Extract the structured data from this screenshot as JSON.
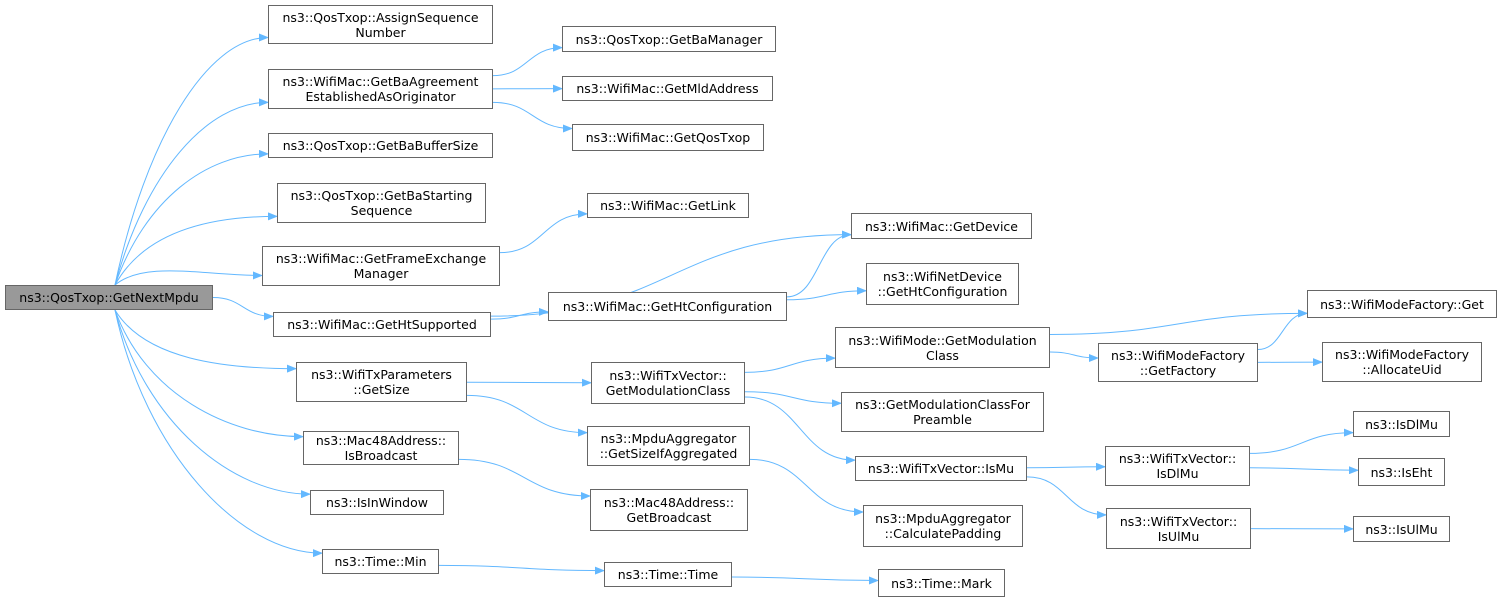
{
  "colors": {
    "edge": "#63b8ff",
    "border": "#666666",
    "root_fill": "#999999",
    "node_fill": "#ffffff"
  },
  "nodes": [
    {
      "id": "root",
      "lines": [
        "ns3::QosTxop::GetNextMpdu"
      ],
      "root": true
    },
    {
      "id": "assignSeq",
      "lines": [
        "ns3::QosTxop::AssignSequence",
        "Number"
      ]
    },
    {
      "id": "getBaAgree",
      "lines": [
        "ns3::WifiMac::GetBaAgreement",
        "EstablishedAsOriginator"
      ]
    },
    {
      "id": "getBaBuf",
      "lines": [
        "ns3::QosTxop::GetBaBufferSize"
      ]
    },
    {
      "id": "getBaStart",
      "lines": [
        "ns3::QosTxop::GetBaStarting",
        "Sequence"
      ]
    },
    {
      "id": "getFem",
      "lines": [
        "ns3::WifiMac::GetFrameExchange",
        "Manager"
      ]
    },
    {
      "id": "getHtSup",
      "lines": [
        "ns3::WifiMac::GetHtSupported"
      ]
    },
    {
      "id": "txParGetSize",
      "lines": [
        "ns3::WifiTxParameters",
        "::GetSize"
      ]
    },
    {
      "id": "isBcast",
      "lines": [
        "ns3::Mac48Address::",
        "IsBroadcast"
      ]
    },
    {
      "id": "isInWin",
      "lines": [
        "ns3::IsInWindow"
      ]
    },
    {
      "id": "timeMin",
      "lines": [
        "ns3::Time::Min"
      ]
    },
    {
      "id": "getBaMgr",
      "lines": [
        "ns3::QosTxop::GetBaManager"
      ]
    },
    {
      "id": "getMld",
      "lines": [
        "ns3::WifiMac::GetMldAddress"
      ]
    },
    {
      "id": "getQosTxop",
      "lines": [
        "ns3::WifiMac::GetQosTxop"
      ]
    },
    {
      "id": "getLink",
      "lines": [
        "ns3::WifiMac::GetLink"
      ]
    },
    {
      "id": "getHtConf",
      "lines": [
        "ns3::WifiMac::GetHtConfiguration"
      ]
    },
    {
      "id": "txvGetMod",
      "lines": [
        "ns3::WifiTxVector::",
        "GetModulationClass"
      ]
    },
    {
      "id": "mpduSizeIfAgg",
      "lines": [
        "ns3::MpduAggregator",
        "::GetSizeIfAggregated"
      ]
    },
    {
      "id": "getBcast",
      "lines": [
        "ns3::Mac48Address::",
        "GetBroadcast"
      ]
    },
    {
      "id": "timeTime",
      "lines": [
        "ns3::Time::Time"
      ]
    },
    {
      "id": "getDevice",
      "lines": [
        "ns3::WifiMac::GetDevice"
      ]
    },
    {
      "id": "devGetHtConf",
      "lines": [
        "ns3::WifiNetDevice",
        "::GetHtConfiguration"
      ]
    },
    {
      "id": "modeGetMod",
      "lines": [
        "ns3::WifiMode::GetModulation",
        "Class"
      ]
    },
    {
      "id": "getModForPre",
      "lines": [
        "ns3::GetModulationClassFor",
        "Preamble"
      ]
    },
    {
      "id": "txvIsMu",
      "lines": [
        "ns3::WifiTxVector::IsMu"
      ]
    },
    {
      "id": "calcPad",
      "lines": [
        "ns3::MpduAggregator",
        "::CalculatePadding"
      ]
    },
    {
      "id": "timeMark",
      "lines": [
        "ns3::Time::Mark"
      ]
    },
    {
      "id": "factGetFact",
      "lines": [
        "ns3::WifiModeFactory",
        "::GetFactory"
      ]
    },
    {
      "id": "txvIsDlMu",
      "lines": [
        "ns3::WifiTxVector::",
        "IsDlMu"
      ]
    },
    {
      "id": "txvIsUlMu",
      "lines": [
        "ns3::WifiTxVector::",
        "IsUlMu"
      ]
    },
    {
      "id": "factGet",
      "lines": [
        "ns3::WifiModeFactory::Get"
      ]
    },
    {
      "id": "factAlloc",
      "lines": [
        "ns3::WifiModeFactory",
        "::AllocateUid"
      ]
    },
    {
      "id": "isDlMu",
      "lines": [
        "ns3::IsDlMu"
      ]
    },
    {
      "id": "isEht",
      "lines": [
        "ns3::IsEht"
      ]
    },
    {
      "id": "isUlMu",
      "lines": [
        "ns3::IsUlMu"
      ]
    }
  ],
  "edges": [
    [
      "root",
      "assignSeq"
    ],
    [
      "root",
      "getBaAgree"
    ],
    [
      "root",
      "getBaBuf"
    ],
    [
      "root",
      "getBaStart"
    ],
    [
      "root",
      "getFem"
    ],
    [
      "root",
      "getHtSup"
    ],
    [
      "root",
      "txParGetSize"
    ],
    [
      "root",
      "isBcast"
    ],
    [
      "root",
      "isInWin"
    ],
    [
      "root",
      "timeMin"
    ],
    [
      "getBaAgree",
      "getBaMgr"
    ],
    [
      "getBaAgree",
      "getMld"
    ],
    [
      "getBaAgree",
      "getQosTxop"
    ],
    [
      "getFem",
      "getLink"
    ],
    [
      "getHtSup",
      "getDevice"
    ],
    [
      "getHtSup",
      "getHtConf"
    ],
    [
      "getHtConf",
      "getDevice"
    ],
    [
      "getHtConf",
      "devGetHtConf"
    ],
    [
      "txParGetSize",
      "txvGetMod"
    ],
    [
      "txParGetSize",
      "mpduSizeIfAgg"
    ],
    [
      "txvGetMod",
      "modeGetMod"
    ],
    [
      "txvGetMod",
      "getModForPre"
    ],
    [
      "txvGetMod",
      "txvIsMu"
    ],
    [
      "modeGetMod",
      "factGet"
    ],
    [
      "modeGetMod",
      "factGetFact"
    ],
    [
      "factGetFact",
      "factGet"
    ],
    [
      "factGetFact",
      "factAlloc"
    ],
    [
      "txvIsMu",
      "txvIsDlMu"
    ],
    [
      "txvIsMu",
      "txvIsUlMu"
    ],
    [
      "txvIsDlMu",
      "isDlMu"
    ],
    [
      "txvIsDlMu",
      "isEht"
    ],
    [
      "txvIsUlMu",
      "isUlMu"
    ],
    [
      "mpduSizeIfAgg",
      "calcPad"
    ],
    [
      "isBcast",
      "getBcast"
    ],
    [
      "timeMin",
      "timeTime"
    ],
    [
      "timeTime",
      "timeMark"
    ]
  ]
}
